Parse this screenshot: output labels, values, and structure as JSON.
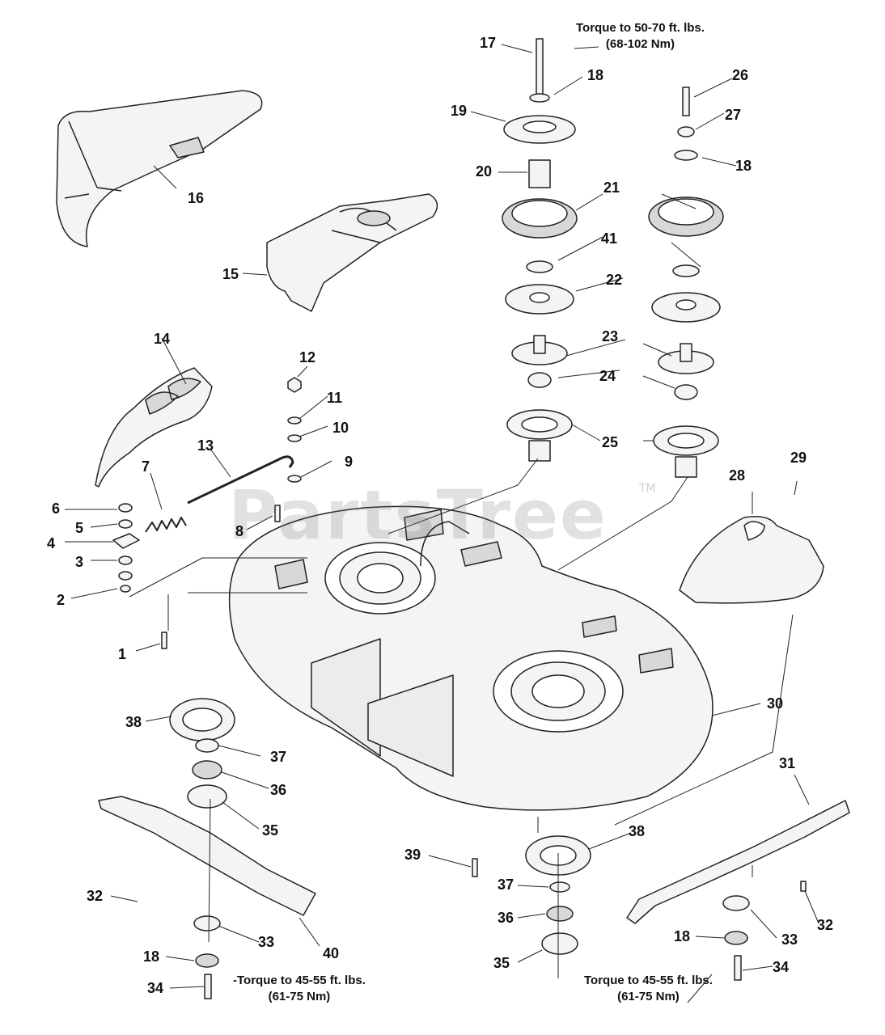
{
  "watermark": {
    "text": "PartsTree",
    "trademark": "TM"
  },
  "torque_notes": {
    "top": {
      "line1": "Torque to 50-70 ft. lbs.",
      "line2": "(68-102 Nm)"
    },
    "bottom_left": {
      "line1": "-Torque to 45-55 ft. lbs.",
      "line2": "(61-75 Nm)"
    },
    "bottom_right": {
      "line1": "Torque to 45-55 ft. lbs.",
      "line2": "(61-75 Nm)"
    }
  },
  "callouts": [
    {
      "id": "c1",
      "text": "1"
    },
    {
      "id": "c2",
      "text": "2"
    },
    {
      "id": "c3",
      "text": "3"
    },
    {
      "id": "c4",
      "text": "4"
    },
    {
      "id": "c5",
      "text": "5"
    },
    {
      "id": "c6",
      "text": "6"
    },
    {
      "id": "c7",
      "text": "7"
    },
    {
      "id": "c8",
      "text": "8"
    },
    {
      "id": "c9",
      "text": "9"
    },
    {
      "id": "c10",
      "text": "10"
    },
    {
      "id": "c11",
      "text": "11"
    },
    {
      "id": "c12",
      "text": "12"
    },
    {
      "id": "c13",
      "text": "13"
    },
    {
      "id": "c14",
      "text": "14"
    },
    {
      "id": "c15",
      "text": "15"
    },
    {
      "id": "c16",
      "text": "16"
    },
    {
      "id": "c17",
      "text": "17"
    },
    {
      "id": "c18a",
      "text": "18"
    },
    {
      "id": "c18b",
      "text": "18"
    },
    {
      "id": "c18c",
      "text": "18"
    },
    {
      "id": "c18d",
      "text": "18"
    },
    {
      "id": "c19",
      "text": "19"
    },
    {
      "id": "c20",
      "text": "20"
    },
    {
      "id": "c21",
      "text": "21"
    },
    {
      "id": "c22",
      "text": "22"
    },
    {
      "id": "c23",
      "text": "23"
    },
    {
      "id": "c24",
      "text": "24"
    },
    {
      "id": "c25",
      "text": "25"
    },
    {
      "id": "c26",
      "text": "26"
    },
    {
      "id": "c27",
      "text": "27"
    },
    {
      "id": "c28",
      "text": "28"
    },
    {
      "id": "c29",
      "text": "29"
    },
    {
      "id": "c30",
      "text": "30"
    },
    {
      "id": "c31",
      "text": "31"
    },
    {
      "id": "c32a",
      "text": "32"
    },
    {
      "id": "c32b",
      "text": "32"
    },
    {
      "id": "c33a",
      "text": "33"
    },
    {
      "id": "c33b",
      "text": "33"
    },
    {
      "id": "c34a",
      "text": "34"
    },
    {
      "id": "c34b",
      "text": "34"
    },
    {
      "id": "c35a",
      "text": "35"
    },
    {
      "id": "c35b",
      "text": "35"
    },
    {
      "id": "c36a",
      "text": "36"
    },
    {
      "id": "c36b",
      "text": "36"
    },
    {
      "id": "c37a",
      "text": "37"
    },
    {
      "id": "c37b",
      "text": "37"
    },
    {
      "id": "c38a",
      "text": "38"
    },
    {
      "id": "c38b",
      "text": "38"
    },
    {
      "id": "c39",
      "text": "39"
    },
    {
      "id": "c40",
      "text": "40"
    },
    {
      "id": "c41",
      "text": "41"
    }
  ],
  "colors": {
    "line": "#222222",
    "fill": "#f4f4f4",
    "shade": "#d8d8d8"
  }
}
